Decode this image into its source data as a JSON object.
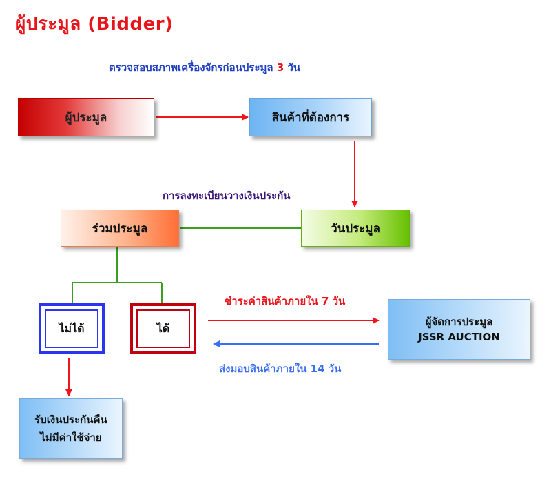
{
  "title": "ผู้ประมูล (Bidder)",
  "captions": {
    "inspect_prefix": "ตรวจสอบสภาพเครื่องจักรก่อนประมูล",
    "inspect_days": "3",
    "inspect_unit": "วัน",
    "register": "การลงทะเบียนวางเงินประกัน",
    "payment": "ชำระค่าสินค้าภายใน 7 วัน",
    "delivery": "ส่งมอบสินค้าภายใน 14 วัน"
  },
  "nodes": {
    "bidder": "ผู้ประมูล",
    "product": "สินค้าที่ต้องการ",
    "auction_day": "วันประมูล",
    "join": "ร่วมประมูล",
    "fail": "ไม่ได้",
    "pass": "ได้",
    "manager_line1": "ผู้จัดการประมูล",
    "manager_line2": "JSSR AUCTION",
    "refund_line1": "รับเงินประกันคืน",
    "refund_line2": "ไม่มีค่าใช้จ่าย"
  },
  "colors": {
    "title": "#e8141b",
    "red_arrow": "#f2141c",
    "blue_arrow": "#3a6ef2",
    "green_connector": "#3aa01e",
    "inspect_text": "#1e3fc2",
    "inspect_days": "#e8141b",
    "register_text": "#3a1478",
    "payment_text": "#e8141b",
    "delivery_text": "#3a6ef2"
  }
}
